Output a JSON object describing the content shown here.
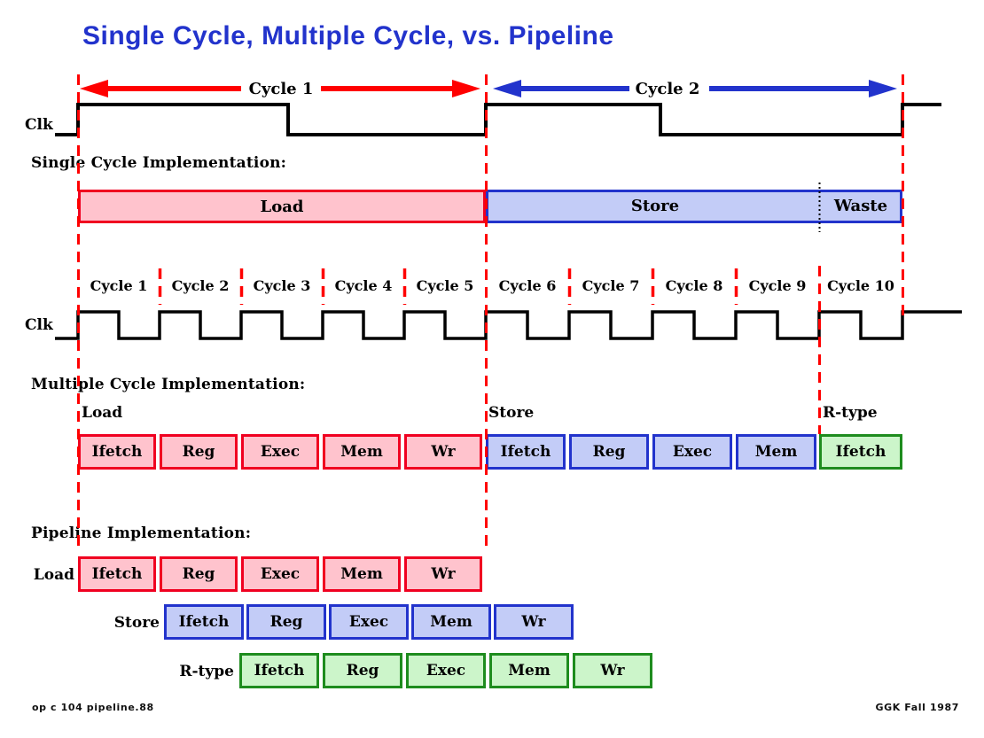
{
  "slide": {
    "title": "Single Cycle, Multiple Cycle, vs. Pipeline"
  },
  "top_clock": {
    "clk_label": "Clk",
    "cycle1_label": "Cycle 1",
    "cycle2_label": "Cycle 2"
  },
  "single_cycle": {
    "heading": "Single Cycle Implementation:",
    "load_label": "Load",
    "store_label": "Store",
    "waste_label": "Waste"
  },
  "fast_clock": {
    "clk_label": "Clk",
    "cycle_labels": [
      "Cycle 1",
      "Cycle 2",
      "Cycle 3",
      "Cycle 4",
      "Cycle 5",
      "Cycle 6",
      "Cycle 7",
      "Cycle 8",
      "Cycle 9",
      "Cycle 10"
    ]
  },
  "multiple_cycle": {
    "heading": "Multiple Cycle Implementation:",
    "load": {
      "label": "Load",
      "stages": [
        "Ifetch",
        "Reg",
        "Exec",
        "Mem",
        "Wr"
      ]
    },
    "store": {
      "label": "Store",
      "stages": [
        "Ifetch",
        "Reg",
        "Exec",
        "Mem"
      ]
    },
    "rtype": {
      "label": "R-type",
      "stages": [
        "Ifetch"
      ]
    }
  },
  "pipeline": {
    "heading": "Pipeline Implementation:",
    "rows": [
      {
        "label": "Load",
        "stages": [
          "Ifetch",
          "Reg",
          "Exec",
          "Mem",
          "Wr"
        ]
      },
      {
        "label": "Store",
        "stages": [
          "Ifetch",
          "Reg",
          "Exec",
          "Mem",
          "Wr"
        ]
      },
      {
        "label": "R-type",
        "stages": [
          "Ifetch",
          "Reg",
          "Exec",
          "Mem",
          "Wr"
        ]
      }
    ]
  },
  "footer": {
    "left": "op c 104  pipeline.88",
    "right": "GGK Fall 1987"
  },
  "colors": {
    "title_blue": "#2233CC",
    "red": "#FF0000",
    "red_border": "#F00020",
    "pink_fill": "#FFC3CD",
    "blue_border": "#2233CC",
    "blue_fill": "#C3CCF7",
    "green_border": "#1E8C1E",
    "green_fill": "#CCF5CA"
  }
}
